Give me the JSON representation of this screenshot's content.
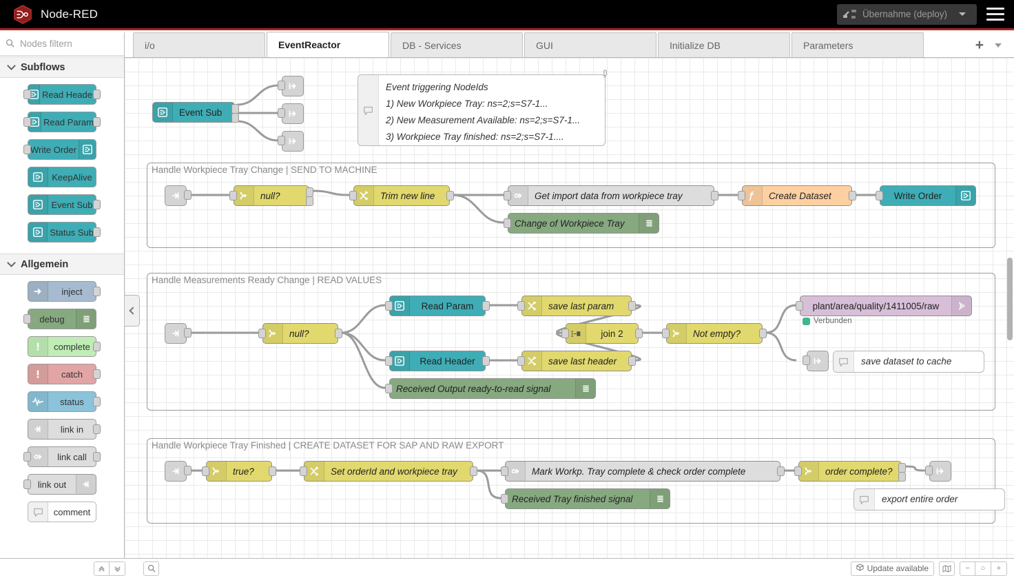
{
  "header": {
    "app_title": "Node-RED",
    "logo_icon": "node-red-logo-icon",
    "deploy_label": "Übernahme (deploy)",
    "deploy_icon": "deploy-icon",
    "deploy_caret_icon": "chevron-down-icon",
    "menu_icon": "hamburger-menu-icon"
  },
  "palette": {
    "search_placeholder": "Nodes filtern",
    "search_value": "",
    "search_icon": "search-icon",
    "categories": [
      {
        "name": "Subflows",
        "chevron_icon": "chevron-down-icon",
        "nodes": [
          {
            "label": "Read Header",
            "icon": "subflow-icon",
            "icon_side": "left",
            "color": "#3FADB5",
            "in": true,
            "out": true
          },
          {
            "label": "Read Param",
            "icon": "subflow-icon",
            "icon_side": "left",
            "color": "#3FADB5",
            "in": true,
            "out": true
          },
          {
            "label": "Write Order",
            "icon": "subflow-icon",
            "icon_side": "right",
            "color": "#3FADB5",
            "in": true,
            "out": false
          },
          {
            "label": "KeepAlive",
            "icon": "subflow-icon",
            "icon_side": "left",
            "color": "#3FADB5",
            "in": false,
            "out": false
          },
          {
            "label": "Event Sub",
            "icon": "subflow-icon",
            "icon_side": "left",
            "color": "#3FADB5",
            "in": false,
            "out": true
          },
          {
            "label": "Status Sub",
            "icon": "subflow-icon",
            "icon_side": "left",
            "color": "#3FADB5",
            "in": false,
            "out": true
          }
        ]
      },
      {
        "name": "Allgemein",
        "chevron_icon": "chevron-down-icon",
        "nodes": [
          {
            "label": "inject",
            "icon": "inject-arrow-icon",
            "icon_side": "left",
            "color": "#A6BBCF",
            "in": false,
            "out": true
          },
          {
            "label": "debug",
            "icon": "debug-lines-icon",
            "icon_side": "right",
            "color": "#87A980",
            "in": true,
            "out": false
          },
          {
            "label": "complete",
            "icon": "exclamation-icon",
            "icon_side": "left",
            "color": "#C0EDB5",
            "in": false,
            "out": true
          },
          {
            "label": "catch",
            "icon": "exclamation-icon",
            "icon_side": "left",
            "color": "#E2A5A5",
            "in": false,
            "out": true
          },
          {
            "label": "status",
            "icon": "pulse-icon",
            "icon_side": "left",
            "color": "#8BC3DA",
            "in": false,
            "out": true
          },
          {
            "label": "link in",
            "icon": "link-icon",
            "icon_side": "left",
            "color": "#DDDDDD",
            "in": false,
            "out": true
          },
          {
            "label": "link call",
            "icon": "link-call-icon",
            "icon_side": "left",
            "color": "#DDDDDD",
            "in": true,
            "out": true
          },
          {
            "label": "link out",
            "icon": "link-icon",
            "icon_side": "right",
            "color": "#DDDDDD",
            "in": true,
            "out": false
          },
          {
            "label": "comment",
            "icon": "comment-icon",
            "icon_side": "left",
            "color": "#FFFFFF",
            "in": false,
            "out": false
          }
        ]
      }
    ]
  },
  "tabs": {
    "items": [
      {
        "label": "i/o",
        "active": false
      },
      {
        "label": "EventReactor",
        "active": true
      },
      {
        "label": "DB - Services",
        "active": false
      },
      {
        "label": "GUI",
        "active": false
      },
      {
        "label": "Initialize DB",
        "active": false
      },
      {
        "label": "Parameters",
        "active": false
      }
    ],
    "add_label": "+",
    "add_icon": "plus-icon",
    "menu_icon": "chevron-down-icon"
  },
  "canvas": {
    "collapse_icon": "chevron-left-icon",
    "top_flow": {
      "event_sub": {
        "label": "Event Sub",
        "icon": "subflow-icon",
        "color": "#3FADB5"
      },
      "link_outs": [
        {
          "icon": "link-out-icon"
        },
        {
          "icon": "link-out-icon"
        },
        {
          "icon": "link-out-icon"
        }
      ],
      "comment": {
        "icon": "comment-icon",
        "pin_icon": "pin-icon",
        "lines": [
          "Event triggering NodeIds",
          "1) New Workpiece Tray: ns=2;s=S7-1...",
          "2) New Measurement Available: ns=2;s=S7-1...",
          "3) Workpiece Tray finished: ns=2;s=S7-1...."
        ]
      }
    },
    "groups": [
      {
        "title": "Handle Workpiece Tray Change | SEND TO MACHINE",
        "nodes": [
          {
            "type": "link-in",
            "label": "",
            "icon": "link-in-icon",
            "color": "#D4D4D4"
          },
          {
            "type": "switch",
            "label": "null?",
            "icon": "switch-icon",
            "color": "#E2D96E"
          },
          {
            "type": "change",
            "label": "Trim new line",
            "icon": "change-icon",
            "color": "#E2D96E"
          },
          {
            "type": "linkcall",
            "label": "Get import data from workpiece tray",
            "icon": "link-call-icon",
            "color": "#DDDDDD"
          },
          {
            "type": "debug",
            "label": "Change of Workpiece Tray",
            "icon": "debug-lines-icon",
            "color": "#87A980"
          },
          {
            "type": "function",
            "label": "Create Dataset",
            "icon": "function-icon",
            "color": "#FDD0A2"
          },
          {
            "type": "subflow",
            "label": "Write Order",
            "icon": "subflow-icon",
            "color": "#3FADB5"
          }
        ]
      },
      {
        "title": "Handle Measurements Ready Change | READ VALUES",
        "nodes": [
          {
            "type": "link-in",
            "label": "",
            "icon": "link-in-icon",
            "color": "#D4D4D4"
          },
          {
            "type": "switch",
            "label": "null?",
            "icon": "switch-icon",
            "color": "#E2D96E"
          },
          {
            "type": "subflow",
            "label": "Read Param",
            "icon": "subflow-icon",
            "color": "#3FADB5"
          },
          {
            "type": "subflow",
            "label": "Read Header",
            "icon": "subflow-icon",
            "color": "#3FADB5"
          },
          {
            "type": "debug",
            "label": "Received Output ready-to-read signal",
            "icon": "debug-lines-icon",
            "color": "#87A980"
          },
          {
            "type": "change",
            "label": "save last param",
            "icon": "change-icon",
            "color": "#E2D96E"
          },
          {
            "type": "change",
            "label": "save last header",
            "icon": "change-icon",
            "color": "#E2D96E"
          },
          {
            "type": "join",
            "label": "join 2",
            "icon": "join-icon",
            "color": "#E2D96E"
          },
          {
            "type": "switch",
            "label": "Not empty?",
            "icon": "switch-icon",
            "color": "#E2D96E"
          },
          {
            "type": "mqtt",
            "label": "plant/area/quality/1411005/raw",
            "icon": "mqtt-icon",
            "color": "#D8BFD8",
            "status": "Verbunden",
            "status_color": "#3FB68B"
          },
          {
            "type": "link-out",
            "label": "",
            "icon": "link-out-icon",
            "color": "#D4D4D4"
          },
          {
            "type": "comment",
            "label": "save dataset to cache",
            "icon": "comment-icon",
            "color": "#FFFFFF"
          }
        ]
      },
      {
        "title": "Handle Workpiece Tray Finished | CREATE DATASET FOR SAP AND RAW EXPORT",
        "nodes": [
          {
            "type": "link-in",
            "label": "",
            "icon": "link-in-icon",
            "color": "#D4D4D4"
          },
          {
            "type": "switch",
            "label": "true?",
            "icon": "switch-icon",
            "color": "#E2D96E"
          },
          {
            "type": "change",
            "label": "Set orderId and workpiece tray",
            "icon": "change-icon",
            "color": "#E2D96E"
          },
          {
            "type": "linkcall",
            "label": "Mark Workp. Tray complete & check order complete",
            "icon": "link-call-icon",
            "color": "#DDDDDD"
          },
          {
            "type": "debug",
            "label": "Received Tray finished signal",
            "icon": "debug-lines-icon",
            "color": "#87A980"
          },
          {
            "type": "switch",
            "label": "order complete?",
            "icon": "switch-icon",
            "color": "#E2D96E"
          },
          {
            "type": "link-out",
            "label": "",
            "icon": "link-out-icon",
            "color": "#D4D4D4"
          },
          {
            "type": "comment",
            "label": "export entire order",
            "icon": "comment-icon",
            "color": "#FFFFFF"
          }
        ]
      }
    ]
  },
  "footer": {
    "collapse_up_icon": "chevrons-up-icon",
    "collapse_down_icon": "chevrons-down-icon",
    "search_icon": "search-icon",
    "update_label": "Update available",
    "update_icon": "cube-icon",
    "map_icon": "navigator-map-icon",
    "zoom_out_label": "−",
    "zoom_reset_label": "○",
    "zoom_in_label": "+"
  },
  "colors": {
    "brand_red": "#AD2323",
    "teal": "#3FADB5",
    "yellow": "#E2D96E",
    "green": "#87A980",
    "orange": "#FDD0A2",
    "purple": "#D8BFD8",
    "grey": "#D4D4D4"
  }
}
